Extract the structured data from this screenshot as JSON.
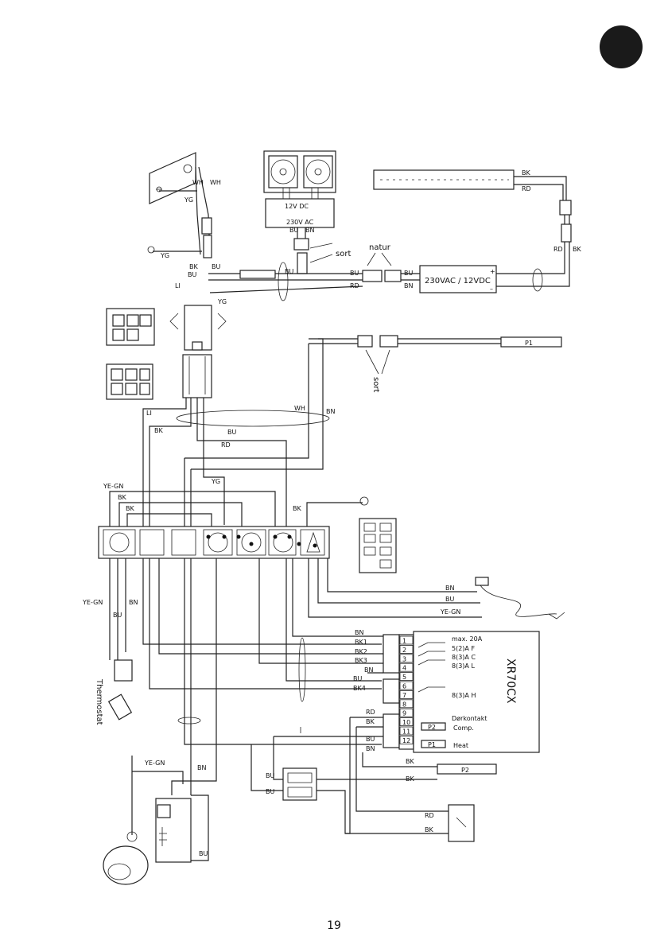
{
  "page_number": "19",
  "model": "XR70CX",
  "labels": {
    "wh1": "WH",
    "wh2": "WH",
    "yg_top": "YG",
    "yg_ground": "YG",
    "yg_mid": "YG",
    "bk_a": "BK",
    "bu_a": "BU",
    "bu_b": "BU",
    "li_a": "LI",
    "fan_voltage": "12V DC",
    "transformer_in": "230V AC",
    "bu_fan": "BU",
    "bn_fan": "BN",
    "sort_a": "sort",
    "bu_fan2": "BU",
    "natur": "natur",
    "bu_c": "BU",
    "rd_c": "RD",
    "bu_d": "BU",
    "bn_d": "BN",
    "psu": "230VAC / 12VDC",
    "psu_plus": "+",
    "psu_minus": "–",
    "bk_led": "BK",
    "rd_led": "RD",
    "rd_led2": "RD",
    "bk_led2": "BK",
    "p1_probe": "P1",
    "sort_b": "sort",
    "wh_b": "WH",
    "bn_b": "BN",
    "li_b": "LI",
    "bk_b": "BK",
    "bu_e": "BU",
    "rd_e": "RD",
    "yg_e": "YG",
    "yegn_a": "YE-GN",
    "bk_f": "BK",
    "bk_g": "BK",
    "bk_h": "BK",
    "bn_mains": "BN",
    "bu_mains": "BU",
    "yegn_mains": "YE-GN",
    "yegn_b": "YE-GN",
    "bn_h": "BN",
    "bu_h": "BU",
    "thermostat": "Thermostat",
    "bn_t": "BN",
    "bk1": "BK1",
    "bk2": "BK2",
    "bk3": "BK3",
    "bn_t2": "BN",
    "bu_t": "BU",
    "bk4": "BK4",
    "rd_t": "RD",
    "bk_t": "BK",
    "bu_t2": "BU",
    "bn_t3": "BN",
    "yegn_c": "YE-GN",
    "bn_i": "BN",
    "bu_i": "BU",
    "bu_j": "BU",
    "bk_p2": "BK",
    "bk_p2b": "BK",
    "p2_probe": "P2",
    "rd_door": "RD",
    "bk_door": "BK",
    "bu_k": "BU"
  },
  "terminals": [
    "1",
    "2",
    "3",
    "4",
    "5",
    "6",
    "7",
    "8",
    "9",
    "10",
    "11",
    "12"
  ],
  "relay_notes": {
    "max": "max. 20A",
    "f": "5(2)A  F",
    "c": "8(3)A  C",
    "l": "8(3)A  L",
    "h": "8(3)A  H",
    "door": "Dørkontakt",
    "comp": "Comp.",
    "heat": "Heat",
    "p2": "P2",
    "p1": "P1"
  },
  "colors": {
    "ink": "#222222",
    "badge": "#1a1a1a"
  }
}
